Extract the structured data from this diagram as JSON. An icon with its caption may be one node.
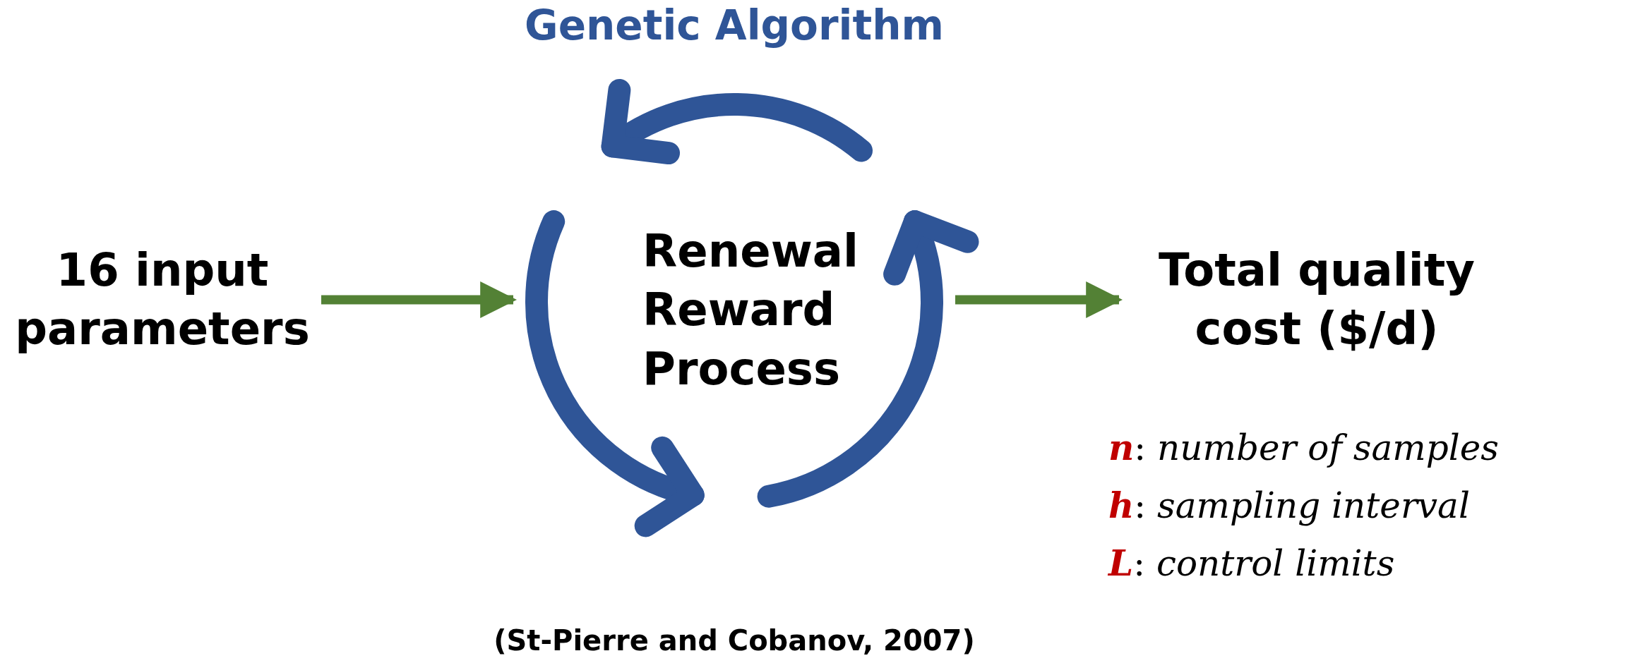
{
  "diagram": {
    "title": "Genetic Algorithm",
    "nodes": [
      {
        "text": [
          "16 input parameters"
        ]
      },
      {
        "text": [
          "Renewal Reward Process"
        ]
      },
      {
        "text": [
          "Total quality cost ($/d)"
        ]
      }
    ],
    "edges": [
      {
        "from": 0,
        "to": 1,
        "arrow": "to",
        "color": "#538135"
      },
      {
        "from": 1,
        "to": 2,
        "arrow": "to",
        "color": "#538135"
      }
    ],
    "labels": [
      "**n**: *number of samples*",
      "**h**: *sampling interval*",
      "**L**: *control limits*",
      "(St-Pierre and Cobanov, 2007)"
    ]
  }
}
